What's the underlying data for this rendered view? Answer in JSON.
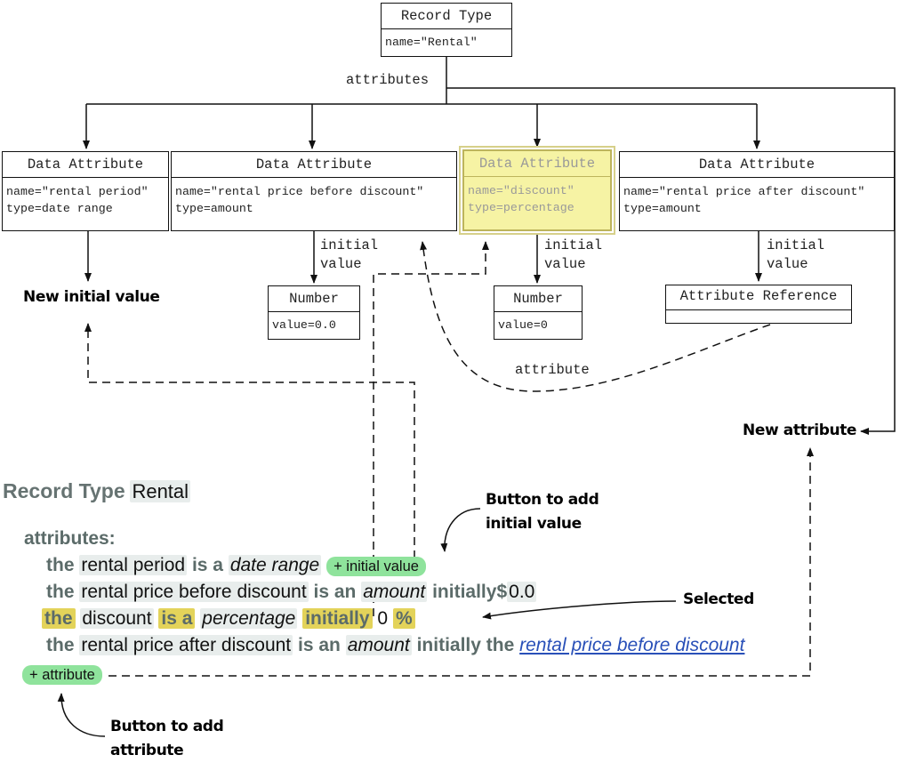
{
  "record_type_box": {
    "header": "Record Type",
    "name": "name=\"Rental\""
  },
  "attributes_label": "attributes",
  "data_attributes": [
    {
      "header": "Data Attribute",
      "name": "name=\"rental period\"",
      "type": "type=date range"
    },
    {
      "header": "Data Attribute",
      "name": "name=\"rental price before discount\"",
      "type": "type=amount"
    },
    {
      "header": "Data Attribute",
      "name": "name=\"discount\"",
      "type": "type=percentage",
      "selected": true
    },
    {
      "header": "Data Attribute",
      "name": "name=\"rental price after discount\"",
      "type": "type=amount"
    }
  ],
  "initial_value_label": [
    "initial",
    "value"
  ],
  "value_boxes": [
    {
      "header": "Number",
      "value": "value=0.0"
    },
    {
      "header": "Number",
      "value": "value=0"
    },
    {
      "header": "Attribute Reference"
    }
  ],
  "attribute_label": "attribute",
  "annotations": {
    "new_initial_value": "New initial value",
    "new_attribute": "New attribute",
    "button_add_initial_value": [
      "Button to add",
      "initial value"
    ],
    "selected": "Selected",
    "button_add_attribute": [
      "Button to add",
      "attribute"
    ]
  },
  "editor": {
    "record_type_label": "Record Type",
    "record_type_name": "Rental",
    "attributes_label": "attributes:",
    "kw_the": "the",
    "kw_is_a": "is a",
    "kw_is_an": "is an",
    "kw_initially": "initially",
    "currency": "$",
    "rows": [
      {
        "name": "rental period",
        "type": "date range",
        "button": "+ initial value"
      },
      {
        "name": "rental price before discount",
        "type": "amount",
        "value": "0.0"
      },
      {
        "name": "discount",
        "type": "percentage",
        "value": "0",
        "unit": "%"
      },
      {
        "name": "rental price after discount",
        "type": "amount",
        "ref_kw": "the",
        "ref": "rental price before discount"
      }
    ],
    "add_attribute_button": "+ attribute"
  },
  "colors": {
    "selected_fill": "#f6f3a4",
    "highlight": "#e3d35a",
    "button_green": "#8fe39c",
    "keyword_grey": "#5b6b69",
    "link_blue": "#2950b8",
    "chip_bg": "#e8edec"
  }
}
